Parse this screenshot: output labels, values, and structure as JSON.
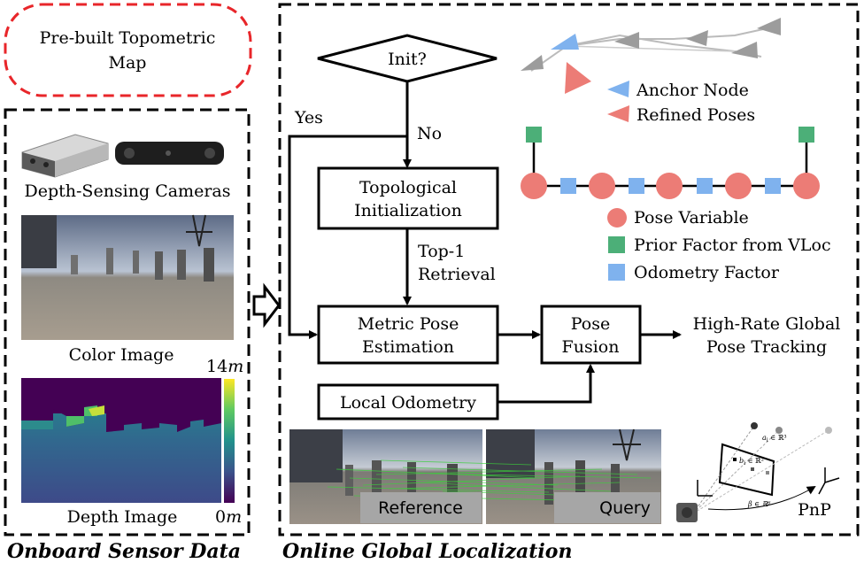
{
  "prebuilt_map": {
    "line1": "Pre-built Topometric",
    "line2": "Map"
  },
  "onboard": {
    "title": "Onboard Sensor Data",
    "cameras_label": "Depth-Sensing Cameras",
    "color_label": "Color Image",
    "depth_label": "Depth Image",
    "depth_max_num": "14",
    "depth_max_unit": "m",
    "depth_min_num": "0",
    "depth_min_unit": "m"
  },
  "online": {
    "title": "Online Global Localization",
    "init": "Init?",
    "yes": "Yes",
    "no": "No",
    "topo_line1": "Topological",
    "topo_line2": "Initialization",
    "top1_line1": "Top-1",
    "top1_line2": "Retrieval",
    "metric_line1": "Metric Pose",
    "metric_line2": "Estimation",
    "fusion_line1": "Pose",
    "fusion_line2": "Fusion",
    "odometry": "Local Odometry",
    "output_line1": "High-Rate Global",
    "output_line2": "Pose Tracking",
    "reference": "Reference",
    "query": "Query",
    "pnp": "PnP",
    "pnp_a": "a",
    "pnp_a_sub": "i",
    "pnp_a_rest": "∈ ℝ³",
    "pnp_b": "b",
    "pnp_b_sub": "i",
    "pnp_b_rest": "∈ ℝ²",
    "pnp_beta": "β ∈ ℝ⁶"
  },
  "legend_top": {
    "anchor": "Anchor Node",
    "refined": "Refined Poses"
  },
  "legend_graph": {
    "pose_var": "Pose Variable",
    "prior": "Prior Factor from VLoc",
    "odom": "Odometry Factor"
  },
  "colors": {
    "red_dash": "#e8262a",
    "pose_red": "#ec7c76",
    "prior_green": "#4caf78",
    "odom_blue": "#7fb2ee",
    "anchor_blue": "#7fb2ee",
    "gray_tri": "#9c9c9c"
  }
}
